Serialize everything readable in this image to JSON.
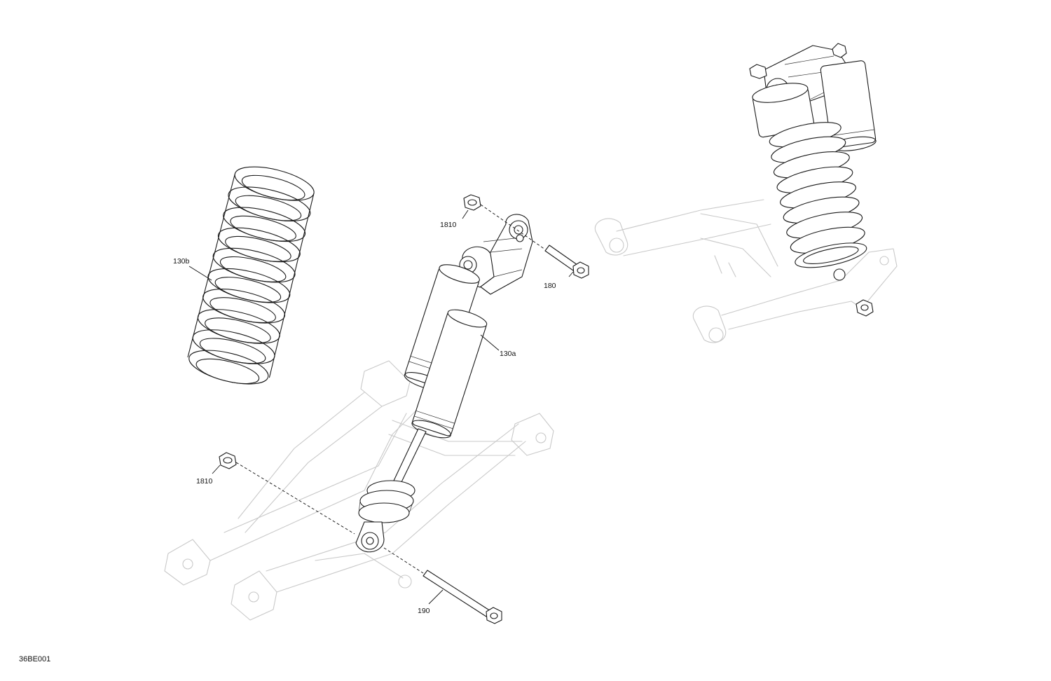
{
  "callouts": {
    "c130b": "130b",
    "c1810_top": "1810",
    "c180": "180",
    "c130a": "130a",
    "c1810_bottom": "1810",
    "c190": "190"
  },
  "figure_code": "36BE001",
  "colors": {
    "ink": "#1a1a1a",
    "ghost": "#c9c9c9",
    "background": "#ffffff"
  }
}
